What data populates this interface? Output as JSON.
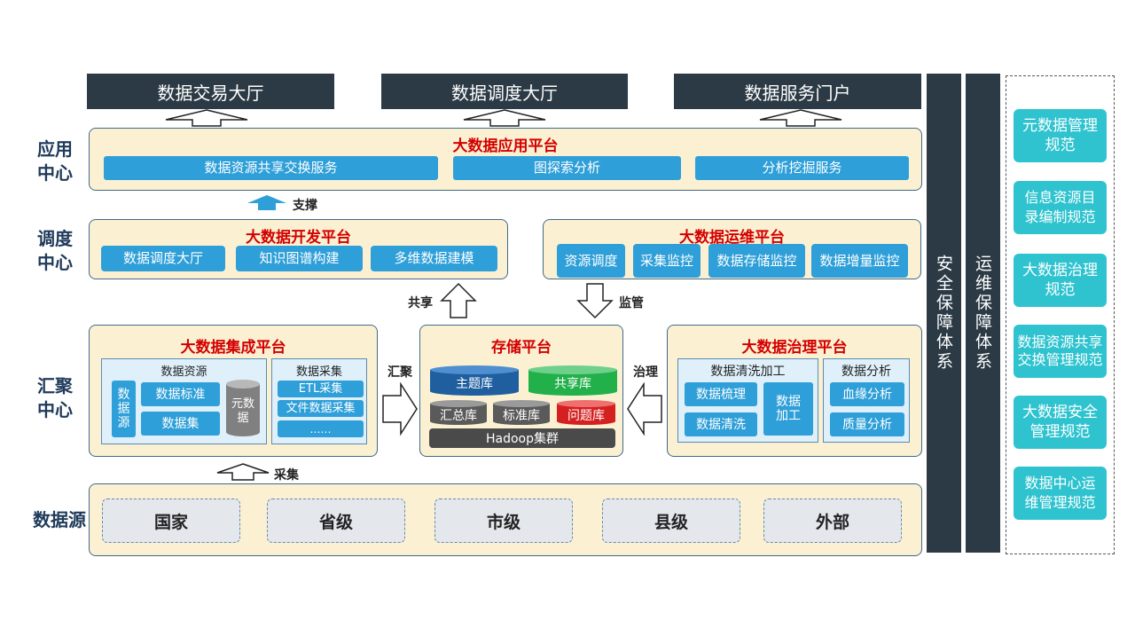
{
  "portals": [
    "数据交易大厅",
    "数据调度大厅",
    "数据服务门户"
  ],
  "row_labels": {
    "app": [
      "应用",
      "中心"
    ],
    "dispatch": [
      "调度",
      "中心"
    ],
    "gather": [
      "汇聚",
      "中心"
    ],
    "source": "数据源"
  },
  "app_platform": {
    "title": "大数据应用平台",
    "buttons": [
      "数据资源共享交换服务",
      "图探索分析",
      "分析挖掘服务"
    ]
  },
  "dev_platform": {
    "title": "大数据开发平台",
    "buttons": [
      "数据调度大厅",
      "知识图谱构建",
      "多维数据建模"
    ]
  },
  "ops_platform": {
    "title": "大数据运维平台",
    "buttons": [
      "资源调度",
      "采集监控",
      "数据存储监控",
      "数据增量监控"
    ]
  },
  "integration_platform": {
    "title": "大数据集成平台",
    "resources": {
      "title": "数据资源",
      "source": "数据源",
      "standard": "数据标准",
      "set": "数据集",
      "meta": "元数据"
    },
    "collection": {
      "title": "数据采集",
      "items": [
        "ETL采集",
        "文件数据采集",
        "……"
      ]
    }
  },
  "storage_platform": {
    "title": "存储平台",
    "dbs": {
      "topic": "主题库",
      "shared": "共享库",
      "summary": "汇总库",
      "standard": "标准库",
      "issue": "问题库"
    },
    "hadoop": "Hadoop集群"
  },
  "governance_platform": {
    "title": "大数据治理平台",
    "cleaning": {
      "title": "数据清洗加工",
      "items": [
        "数据梳理",
        "数据清洗"
      ],
      "processing": "数据加工"
    },
    "analysis": {
      "title": "数据分析",
      "items": [
        "血缘分析",
        "质量分析"
      ]
    }
  },
  "arrow_labels": {
    "support": "支撑",
    "share": "共享",
    "monitor": "监管",
    "aggregate": "汇聚",
    "govern": "治理",
    "collect": "采集"
  },
  "sources": [
    "国家",
    "省级",
    "市级",
    "县级",
    "外部"
  ],
  "vertical_bars": [
    "安全保障体系",
    "运维保障体系"
  ],
  "standards": [
    "元数据管理规范",
    "信息资源目录编制规范",
    "大数据治理规范",
    "数据资源共享交换管理规范",
    "大数据安全管理规范",
    "数据中心运维管理规范"
  ],
  "colors": {
    "dark_bar": "#2b3a45",
    "panel_bg": "#fbf1d2",
    "title_red": "#d40000",
    "button_blue": "#2e9fd8",
    "teal": "#2ec3cf",
    "db_blue": "#1f5fa0",
    "db_green": "#22b04a",
    "db_red": "#d42020",
    "db_gray": "#5a5a5a"
  }
}
